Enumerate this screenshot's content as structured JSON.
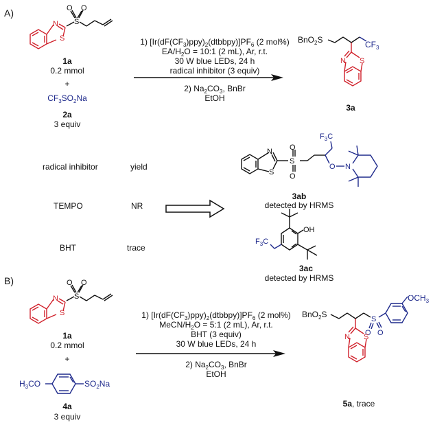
{
  "colors": {
    "red": "#d0202a",
    "blue": "#1f2a8c",
    "black": "#111111"
  },
  "panelA": {
    "label": "A)",
    "reactant1": {
      "id": "1a",
      "amount": "0.2 mmol",
      "ring_atoms": {
        "N": "N",
        "S": "S",
        "SO2_S": "S",
        "O1": "O",
        "O2": "O"
      }
    },
    "plus": "+",
    "reactant2": {
      "formula_parts": [
        "CF",
        "3",
        "SO",
        "2",
        "Na"
      ],
      "id": "2a",
      "amount": "3 equiv"
    },
    "conditions_above": [
      "1) [Ir(dF(CF3)ppy)2(dtbbpy)]PF6 (2 mol%)",
      "EA/H2O = 10:1 (2 mL), Ar, r.t.",
      "30 W blue LEDs, 24 h",
      "radical inhibitor (3 equiv)"
    ],
    "conditions_below": [
      "2) Na2CO3, BnBr",
      "EtOH"
    ],
    "product": {
      "id": "3a",
      "left_group": "BnO2S",
      "cf3": "CF3",
      "N": "N",
      "S": "S"
    },
    "table": {
      "headers": [
        "radical inhibitor",
        "yield"
      ],
      "rows": [
        [
          "TEMPO",
          "NR"
        ],
        [
          "BHT",
          "trace"
        ]
      ]
    },
    "adduct1": {
      "id": "3ab",
      "note": "detected by HRMS",
      "f3c": "F3C",
      "O": "O",
      "N": "N"
    },
    "adduct2": {
      "id": "3ac",
      "note": "detected by HRMS",
      "oh": "OH",
      "f3c": "F3C"
    }
  },
  "panelB": {
    "label": "B)",
    "reactant1": {
      "id": "1a",
      "amount": "0.2 mmol"
    },
    "plus": "+",
    "reactant2": {
      "left": "H3CO",
      "right": "SO2Na",
      "id": "4a",
      "amount": "3 equiv"
    },
    "conditions_above": [
      "1) [Ir(dF(CF3)ppy)2(dtbbpy)]PF6 (2 mol%)",
      "MeCN/H2O = 5:1 (2 mL), Ar, r.t.",
      "BHT (3 equiv)",
      "30 W blue LEDs, 24 h"
    ],
    "conditions_below": [
      "2) Na2CO3, BnBr",
      "EtOH"
    ],
    "product": {
      "id": "5a",
      "note": ", trace",
      "left_group": "BnO2S",
      "och3": "OCH3"
    }
  }
}
